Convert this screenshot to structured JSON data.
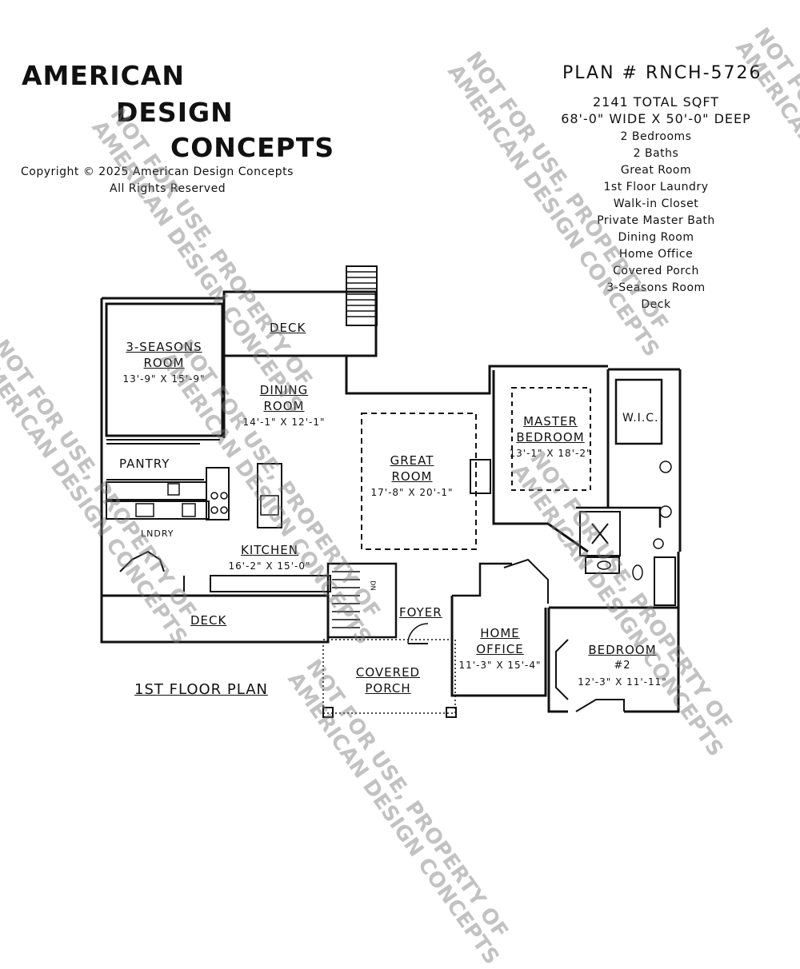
{
  "brand": {
    "line1": "AMERICAN",
    "line2": "DESIGN",
    "line3": "CONCEPTS",
    "copyright": "Copyright © 2025 American Design Concepts",
    "rights": "All Rights Reserved"
  },
  "plan": {
    "number": "PLAN # RNCH-5726",
    "sqft": "2141 TOTAL SQFT",
    "dimensions": "68'-0\" WIDE X 50'-0\" DEEP",
    "features": [
      "2 Bedrooms",
      "2 Baths",
      "Great Room",
      "1st Floor Laundry",
      "Walk-in Closet",
      "Private Master Bath",
      "Dining Room",
      "Home Office",
      "Covered Porch",
      "3-Seasons Room",
      "Deck"
    ]
  },
  "floor_plan_label": "1ST FLOOR PLAN",
  "rooms": {
    "deck_top": "DECK",
    "seasons_name1": "3-SEASONS",
    "seasons_name2": "ROOM",
    "seasons_dim": "13'-9\" X 15'-9\"",
    "dining_name1": "DINING",
    "dining_name2": "ROOM",
    "dining_dim": "14'-1\" X 12'-1\"",
    "great_name1": "GREAT",
    "great_name2": "ROOM",
    "great_dim": "17'-8\" X 20'-1\"",
    "master_name1": "MASTER",
    "master_name2": "BEDROOM",
    "master_dim": "13'-1\" X 18'-2\"",
    "wic": "W.I.C.",
    "pantry": "PANTRY",
    "laundry": "LNDRY",
    "kitchen_name": "KITCHEN",
    "kitchen_dim": "16'-2\" X 15'-0\"",
    "dn": "DN",
    "deck_bottom": "DECK",
    "foyer": "FOYER",
    "office_name1": "HOME",
    "office_name2": "OFFICE",
    "office_dim": "11'-3\" X 15'-4\"",
    "bedroom2_name1": "BEDROOM",
    "bedroom2_name2": "#2",
    "bedroom2_dim": "12'-3\" X 11'-11\"",
    "porch_name1": "COVERED",
    "porch_name2": "PORCH"
  },
  "watermark": {
    "line1": "NOT FOR USE, PROPERTY OF",
    "line2": "AMERICAN DESIGN CONCEPTS"
  }
}
